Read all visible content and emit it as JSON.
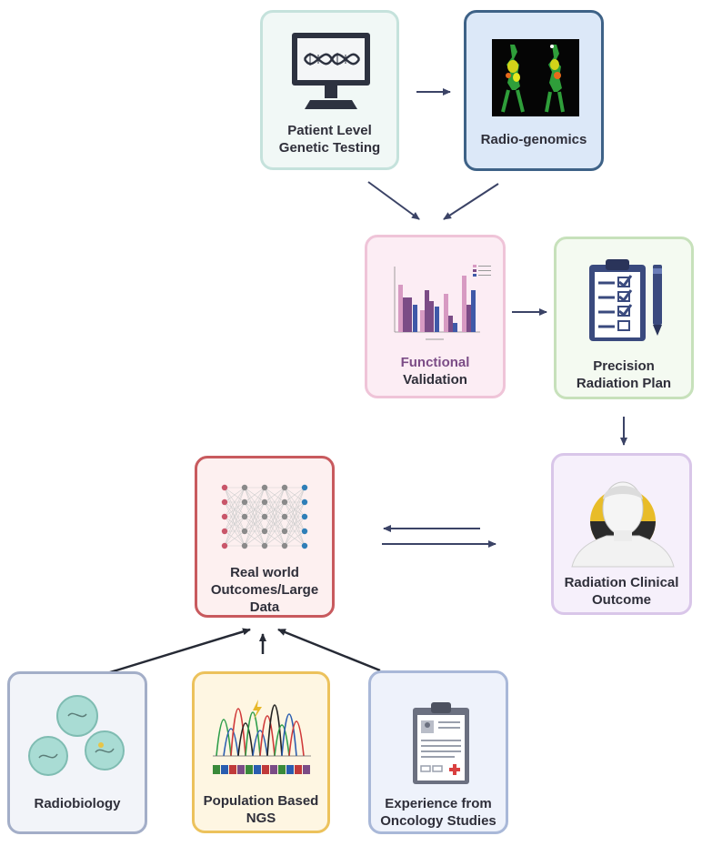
{
  "nodes": {
    "genetic_testing": {
      "label": "Patient Level Genetic Testing",
      "icon": "dna-monitor-icon",
      "border": "#c5e2dc",
      "fill": "#f1f8f6"
    },
    "radiogenomics": {
      "label": "Radio-genomics",
      "icon": "pet-scan-image",
      "border": "#3e6287",
      "fill": "#dce8f8"
    },
    "functional_validation": {
      "label_part1": "Functional",
      "label_part2": "Validation",
      "icon": "bar-chart-icon",
      "border": "#efc4d8",
      "fill": "#fcedf4"
    },
    "precision_plan": {
      "label": "Precision Radiation Plan",
      "icon": "clipboard-checklist-icon",
      "border": "#c7e1bb",
      "fill": "#f4faf1"
    },
    "clinical_outcome": {
      "label": "Radiation Clinical Outcome",
      "icon": "patient-radiation-icon",
      "border": "#d9c6e9",
      "fill": "#f6f0fb"
    },
    "real_world": {
      "label": "Real world Outcomes/Large Data",
      "icon": "neural-network-icon",
      "border": "#c85a5e",
      "fill": "#fdf0f0"
    },
    "radiobiology": {
      "label": "Radiobiology",
      "icon": "cell-culture-dishes-icon",
      "border": "#a3aec8",
      "fill": "#f2f4f9"
    },
    "population_ngs": {
      "label": "Population Based NGS",
      "icon": "sequencing-chromatogram-icon",
      "border": "#ecc25c",
      "fill": "#fef6e2"
    },
    "oncology_studies": {
      "label": "Experience from Oncology Studies",
      "icon": "medical-record-icon",
      "border": "#a9b8d8",
      "fill": "#eef2fb"
    }
  },
  "colors": {
    "arrow": "#3b4366",
    "accent_purple": "#7b4c86",
    "text": "#2f2f3a"
  }
}
